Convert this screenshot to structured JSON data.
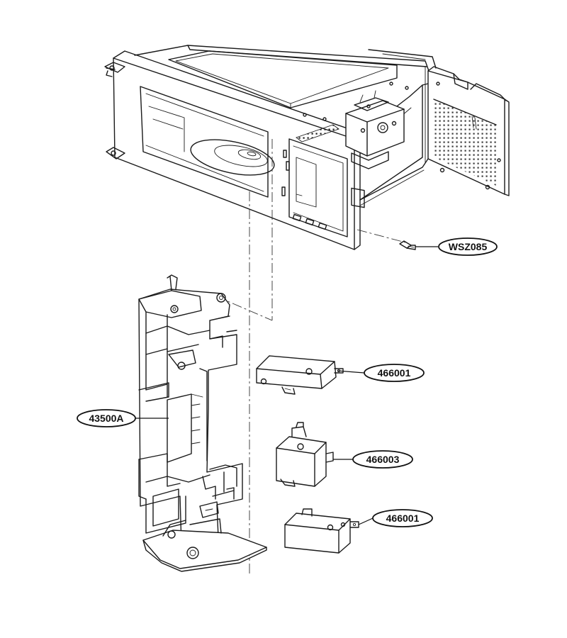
{
  "parts": {
    "screw": {
      "code": "WSZ085"
    },
    "latch_holder": {
      "code": "43500A"
    },
    "switch_upper": {
      "code": "466001"
    },
    "switch_middle": {
      "code": "466003"
    },
    "switch_lower": {
      "code": "466001"
    }
  },
  "colors": {
    "line": "#1a1a1a",
    "background": "#ffffff"
  }
}
